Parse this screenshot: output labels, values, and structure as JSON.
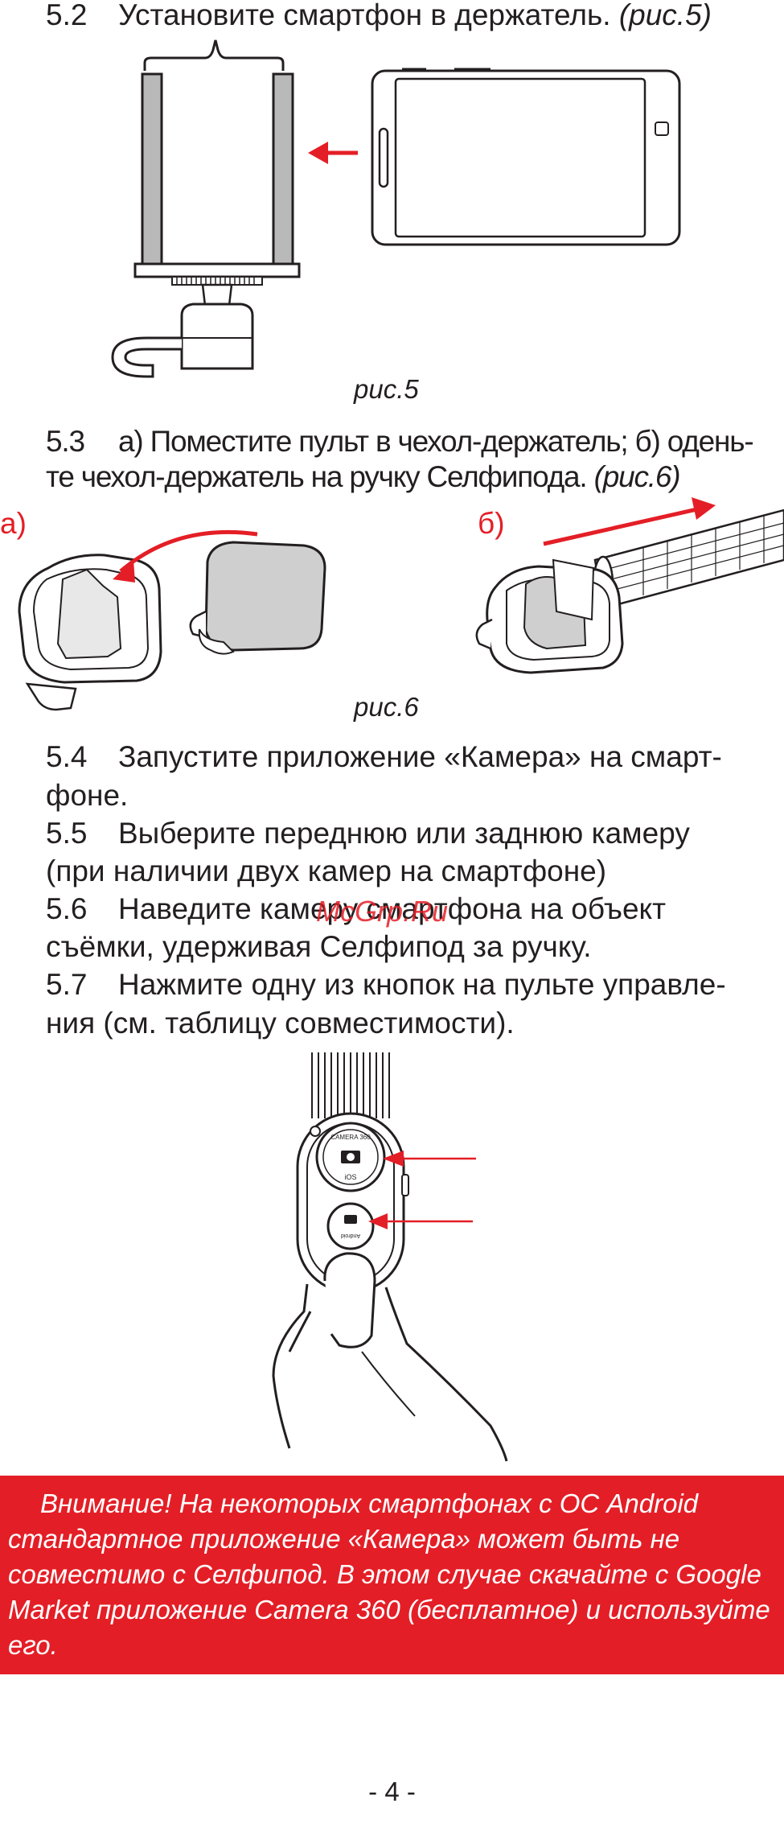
{
  "step52": {
    "num": "5.2",
    "text": "Установите смартфон в держатель.",
    "ref": "(рис.5)"
  },
  "fig5_caption": "рис.5",
  "step53": {
    "num": "5.3",
    "line1": "а) Поместите пульт в чехол-держатель; б) одень-",
    "line2a": "те чехол-держатель на ручку Селфипода.",
    "line2b": "(рис.6)"
  },
  "fig6": {
    "label_a": "а)",
    "label_b": "б)",
    "caption": "рис.6"
  },
  "step54": {
    "num": "5.4",
    "line1": "Запустите приложение «Камера» на смарт-",
    "line2": "фоне."
  },
  "step55": {
    "num": "5.5",
    "line1": "Выберите переднюю или заднюю камеру",
    "line2": "(при наличии двух камер на смартфоне)"
  },
  "step56": {
    "num": "5.6",
    "line1": "Наведите камеру смартфона на объект",
    "line2": "съёмки, удерживая Селфипод за ручку."
  },
  "step57": {
    "num": "5.7",
    "line1": "Нажмите одну из кнопок на пульте управле-",
    "line2": "ния (см. таблицу совместимости)."
  },
  "remote": {
    "top_button_label": "CAMERA 360",
    "top_button_os": "iOS",
    "bottom_button_label": "Android"
  },
  "watermark": "McGrp.Ru",
  "warning": {
    "text": "Внимание! На некоторых смартфонах с ОС Android стандартное приложение «Камера» может быть не совместимо с Селфипод. В этом случае скачайте с Google Market приложение Camera 360 (бесплатное) и используйте его."
  },
  "page_number": "- 4 -",
  "colors": {
    "accent": "#e41e26",
    "text": "#231f20"
  }
}
